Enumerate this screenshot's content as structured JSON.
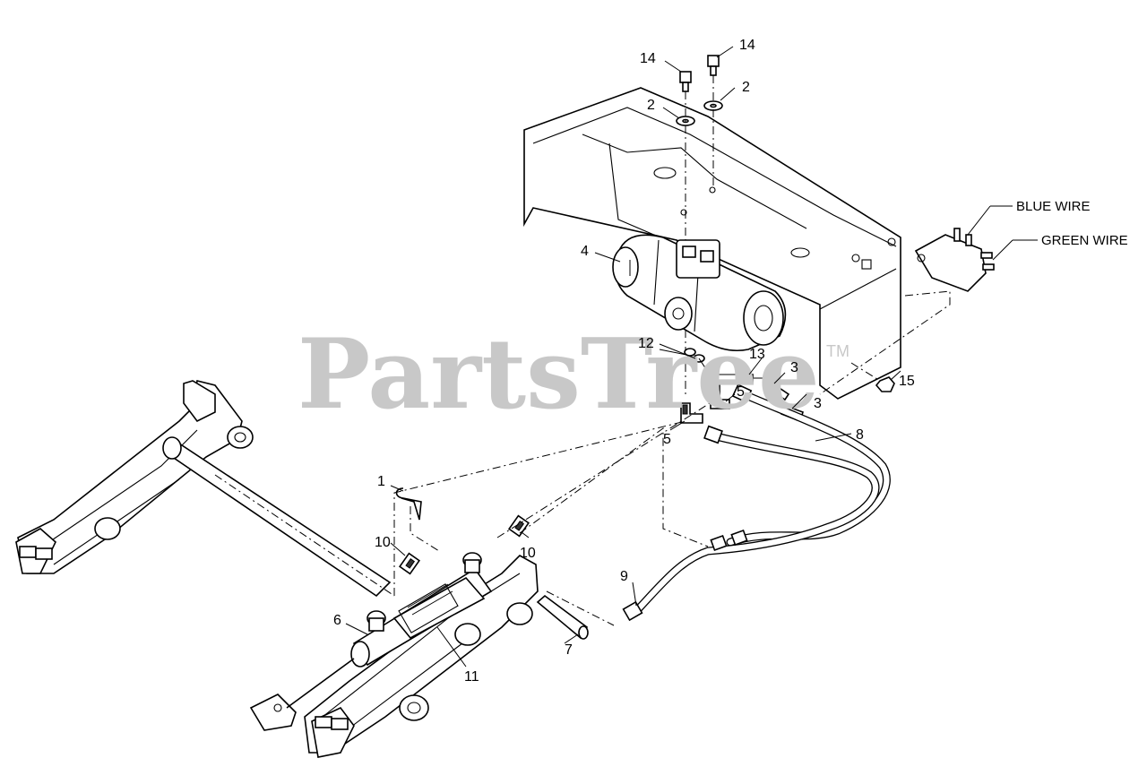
{
  "diagram": {
    "watermark": "PartsTree",
    "watermark_mark": "TM",
    "wire_labels": [
      "BLUE WIRE",
      "GREEN WIRE"
    ],
    "callouts": [
      "14",
      "14",
      "2",
      "2",
      "4",
      "12",
      "13",
      "3",
      "3",
      "5",
      "5",
      "8",
      "15",
      "1",
      "10",
      "10",
      "9",
      "6",
      "7",
      "11"
    ]
  }
}
